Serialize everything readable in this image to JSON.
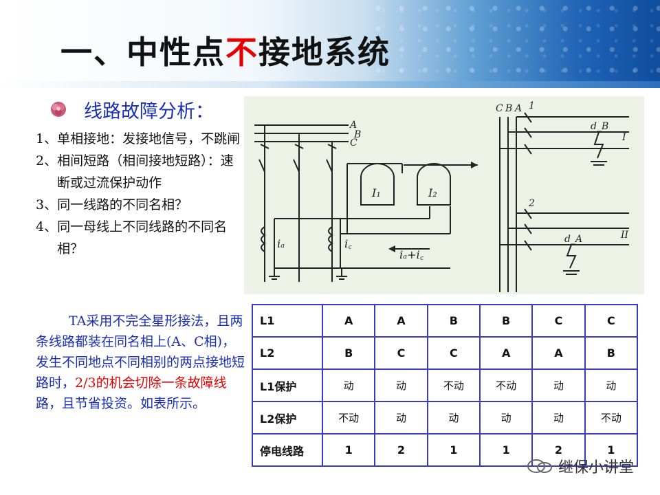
{
  "title": {
    "prefix": "一、中性点",
    "highlight": "不",
    "suffix": "接地系统"
  },
  "subhead": "线路故障分析：",
  "items": [
    {
      "num": "1、",
      "text": "单相接地：发接地信号，不跳闸"
    },
    {
      "num": "2、",
      "text": "相间短路（相间接地短路）：速断或过流保护动作"
    },
    {
      "num": "3、",
      "text": "同一线路的不同名相？"
    },
    {
      "num": "4、",
      "text": "同一母线上不同线路的不同名相？"
    }
  ],
  "paragraph": {
    "blue": "TA采用不完全星形接法，且两条线路都装在同名相上(A、C相)，发生不同地点不同相别的两点接地短路时，",
    "red": "2/3的机会切除一条故障线",
    "blue_end": "路，且节省投资。如表所示。"
  },
  "diagram_labels": {
    "phase_a": "A",
    "phase_b": "B",
    "phase_c": "C",
    "relay1": "I₁",
    "relay2": "I₂",
    "current_a": "iₐ",
    "current_c": "i꜀",
    "current_sum": "iₐ+i꜀",
    "bus_c": "C",
    "bus_b": "B",
    "bus_a": "A",
    "line1": "1",
    "line2": "2",
    "fault_b": "d_B",
    "fault_a": "d_A",
    "roman1": "I",
    "roman2": "II"
  },
  "table": {
    "rows": [
      {
        "header": "L1",
        "cells": [
          "A",
          "A",
          "B",
          "B",
          "C",
          "C"
        ]
      },
      {
        "header": "L2",
        "cells": [
          "B",
          "C",
          "C",
          "A",
          "A",
          "B"
        ]
      },
      {
        "header": "L1保护",
        "cells": [
          "动",
          "动",
          "不动",
          "不动",
          "动",
          "动"
        ]
      },
      {
        "header": "L2保护",
        "cells": [
          "不动",
          "动",
          "动",
          "动",
          "动",
          "不动"
        ]
      },
      {
        "header": "停电线路",
        "cells": [
          "1",
          "2",
          "1",
          "1",
          "2",
          "1"
        ]
      }
    ]
  },
  "watermark": "继保小讲堂",
  "colors": {
    "title_red": "#e60000",
    "body_blue": "#1a2fb5",
    "table_border": "#3a3cbf"
  }
}
